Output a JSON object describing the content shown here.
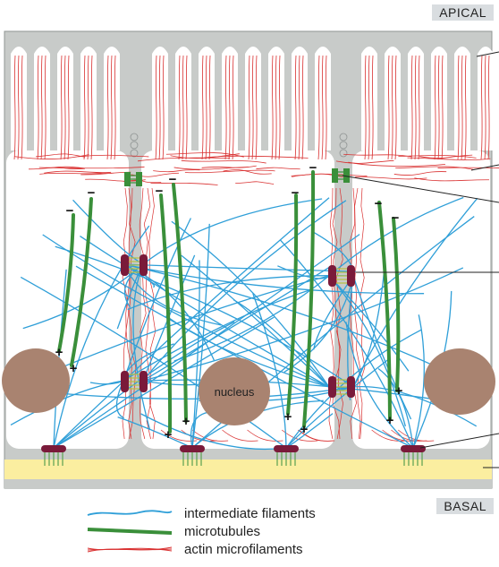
{
  "labels": {
    "apical": "APICAL",
    "basal": "BASAL",
    "nucleus": "nucleus",
    "plus": "+",
    "minus": "−"
  },
  "legend": [
    {
      "key": "intermediate",
      "label": "intermediate filaments",
      "color": "#2f9fd8"
    },
    {
      "key": "microtubules",
      "label": "microtubules",
      "color": "#3a8f3a"
    },
    {
      "key": "actin",
      "label": "actin microfilaments",
      "color": "#d93030"
    }
  ],
  "colors": {
    "membrane": "#c8cbc9",
    "membrane_edge": "#8f9493",
    "basal_lamina": "#fbeea0",
    "nucleus": "#a98370",
    "desmosome": "#7a1a3a",
    "tight_junction": "#3a8f3a"
  }
}
